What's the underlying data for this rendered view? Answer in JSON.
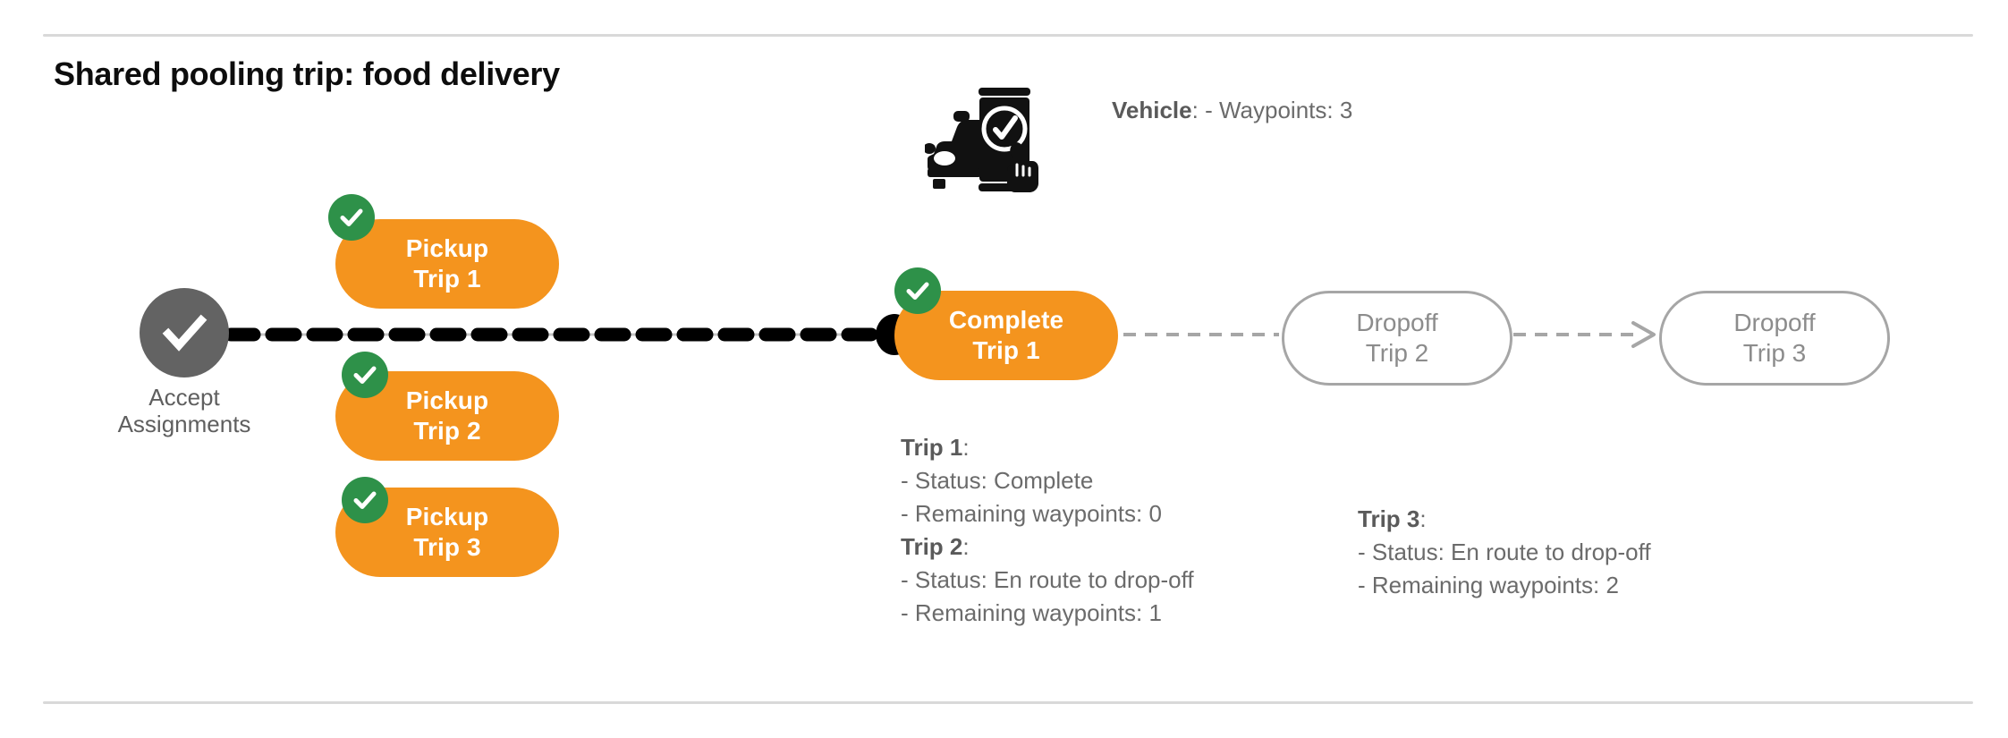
{
  "page": {
    "title": "Shared pooling trip: food delivery"
  },
  "accept_node": {
    "icon": "check-circle-icon",
    "label_line_1": "Accept",
    "label_line_2": "Assignments"
  },
  "pickup_nodes": [
    {
      "line_1": "Pickup",
      "line_2": "Trip 1",
      "badge": "check-badge-icon",
      "completed": true
    },
    {
      "line_1": "Pickup",
      "line_2": "Trip 2",
      "badge": "check-badge-icon",
      "completed": true
    },
    {
      "line_1": "Pickup",
      "line_2": "Trip 3",
      "badge": "check-badge-icon",
      "completed": true
    }
  ],
  "complete_node": {
    "line_1": "Complete",
    "line_2": "Trip 1",
    "badge": "check-badge-icon",
    "completed": true
  },
  "dropoff_nodes": [
    {
      "line_1": "Dropoff",
      "line_2": "Trip 2"
    },
    {
      "line_1": "Dropoff",
      "line_2": "Trip 3"
    }
  ],
  "vehicle": {
    "icon": "car-phone-check-icon",
    "heading": "Vehicle",
    "heading_colon": ":",
    "waypoints_line": "- Waypoints: 3"
  },
  "annotations": {
    "left": [
      {
        "heading": "Trip 1",
        "heading_colon": ":"
      },
      {
        "row": "- Status:  Complete"
      },
      {
        "row": "- Remaining waypoints: 0"
      },
      {
        "heading": "Trip 2",
        "heading_colon": ":"
      },
      {
        "row": "- Status:  En route to drop-off"
      },
      {
        "row": "- Remaining waypoints: 1"
      }
    ],
    "right": [
      {
        "heading": "Trip 3",
        "heading_colon": ":"
      },
      {
        "row": "- Status:  En route to drop-off"
      },
      {
        "row": "- Remaining waypoints: 2"
      }
    ]
  },
  "colors": {
    "orange": "#f4941e",
    "green": "#2e9149",
    "gray_node": "#636363",
    "gray_outline": "#a6a6a6",
    "gray_text": "#6b6b6b",
    "divider": "#d9d9d9",
    "black": "#000000"
  }
}
